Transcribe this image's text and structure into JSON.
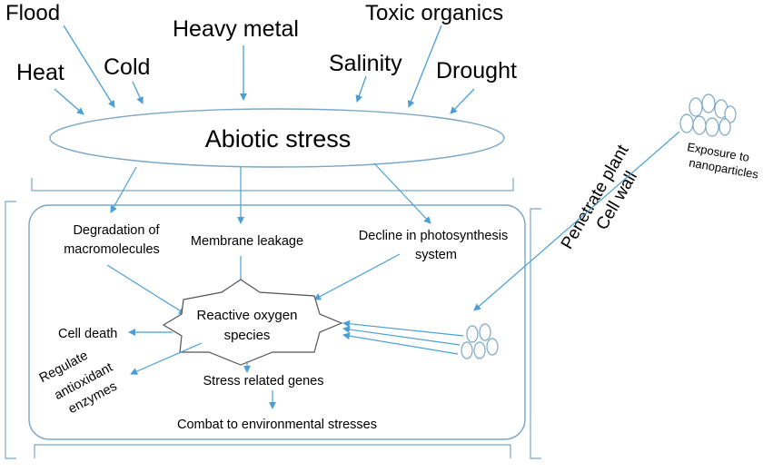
{
  "stressors": {
    "flood": "Flood",
    "heat": "Heat",
    "cold": "Cold",
    "heavy_metal": "Heavy metal",
    "toxic_organics": "Toxic organics",
    "salinity": "Salinity",
    "drought": "Drought"
  },
  "abiotic_stress": "Abiotic stress",
  "effects": {
    "degradation_line1": "Degradation of",
    "degradation_line2": "macromolecules",
    "membrane_leakage": "Membrane leakage",
    "photosynthesis_line1": "Decline in photosynthesis",
    "photosynthesis_line2": "system"
  },
  "ros": {
    "line1": "Reactive oxygen",
    "line2": "species"
  },
  "outcomes": {
    "cell_death": "Cell death",
    "regulate_line1": "Regulate",
    "regulate_line2": "antioxidant",
    "regulate_line3": "enzymes",
    "stress_genes": "Stress related genes",
    "combat": "Combat to environmental stresses"
  },
  "nanoparticles": {
    "exposure_line1": "Exposure to",
    "exposure_line2": "nanoparticles",
    "penetrate_line1": "Penetrate plant",
    "penetrate_line2": "Cell wall"
  },
  "colors": {
    "arrow": "#4a9fd5",
    "outline": "#7aa7c7",
    "text": "#000000"
  }
}
